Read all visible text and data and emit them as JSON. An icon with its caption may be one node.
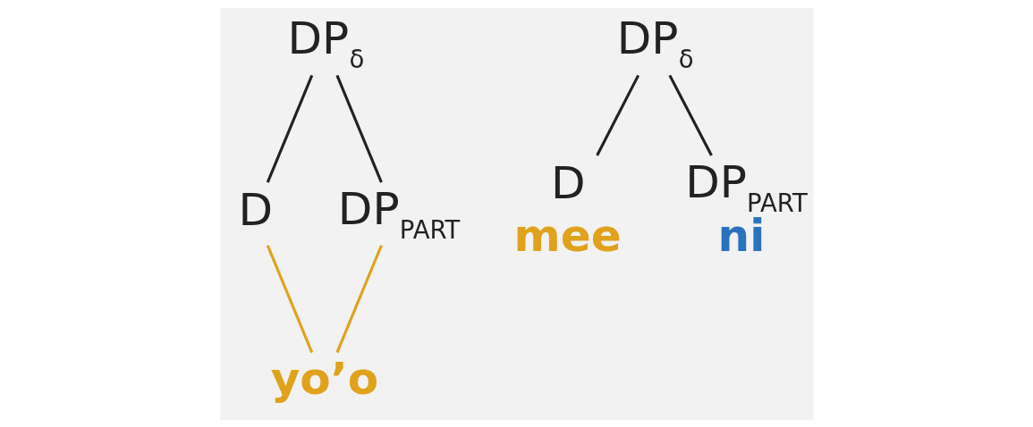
{
  "diagram": {
    "nodes": [
      {
        "text": [
          "DP$_{δ}$"
        ]
      },
      {
        "text": [
          "D"
        ]
      },
      {
        "text": [
          "DP$_{PART}$"
        ]
      },
      {
        "text": [
          "DP$_{δ}$"
        ]
      },
      {
        "text": [
          "D"
        ],
        "beside": [
          "mee"
        ]
      },
      {
        "text": [
          "DP$_{PART}$"
        ],
        "beside": [
          "ni"
        ]
      },
      {
        "text": [
          "yo’o"
        ]
      }
    ],
    "edges": [
      {
        "from": 0,
        "to": 1,
        "arrow": "none"
      },
      {
        "from": 0,
        "to": 2,
        "arrow": "none"
      },
      {
        "from": 3,
        "to": 4,
        "arrow": "none"
      },
      {
        "from": 3,
        "to": 5,
        "arrow": "none"
      },
      {
        "from": 1,
        "to": 6,
        "arrow": "none",
        "color": "#e0a21c"
      },
      {
        "from": 2,
        "to": 6,
        "arrow": "none",
        "color": "#e0a21c"
      }
    ]
  }
}
